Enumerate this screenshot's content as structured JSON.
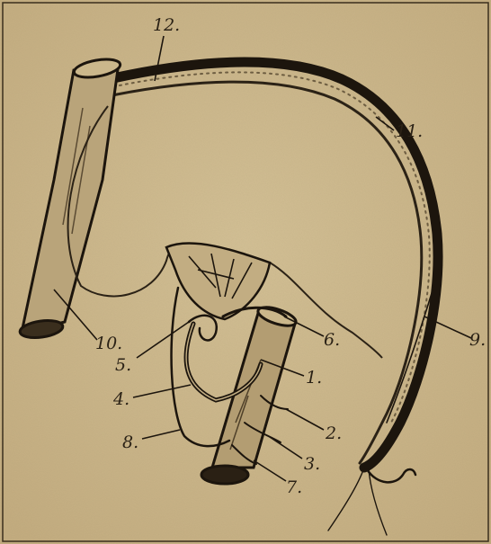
{
  "figure": {
    "labels": {
      "l1": "1.",
      "l2": "2.",
      "l3": "3.",
      "l4": "4.",
      "l5": "5.",
      "l6": "6.",
      "l7": "7.",
      "l8": "8.",
      "l9": "9.",
      "l10": "10.",
      "l11": "11.",
      "l12": "12."
    },
    "colors": {
      "paper": "#cdb98e",
      "ink": "#2b2216",
      "vessel_fill": "#b9a47a"
    }
  }
}
